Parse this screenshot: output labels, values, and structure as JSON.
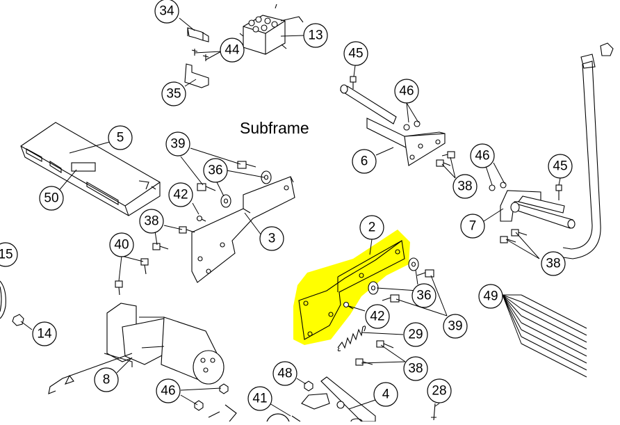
{
  "title": "Subframe",
  "highlight_color": "#ffff00",
  "callouts": {
    "c34": "34",
    "c13": "13",
    "c44": "44",
    "c35": "35",
    "c45a": "45",
    "c46a": "46",
    "c5": "5",
    "c39a": "39",
    "c36a": "36",
    "c6": "6",
    "c38a": "38",
    "c46b": "46",
    "c45b": "45",
    "c50": "50",
    "c42a": "42",
    "c38b": "38",
    "c3": "3",
    "c2": "2",
    "c7": "7",
    "c15": "15",
    "c40": "40",
    "c38c": "38",
    "c36b": "36",
    "c49": "49",
    "c42b": "42",
    "c39b": "39",
    "c29": "29",
    "c14": "14",
    "c38d": "38",
    "c8": "8",
    "c48": "48",
    "c46c": "46",
    "c4": "4",
    "c28": "28",
    "c41": "41"
  }
}
